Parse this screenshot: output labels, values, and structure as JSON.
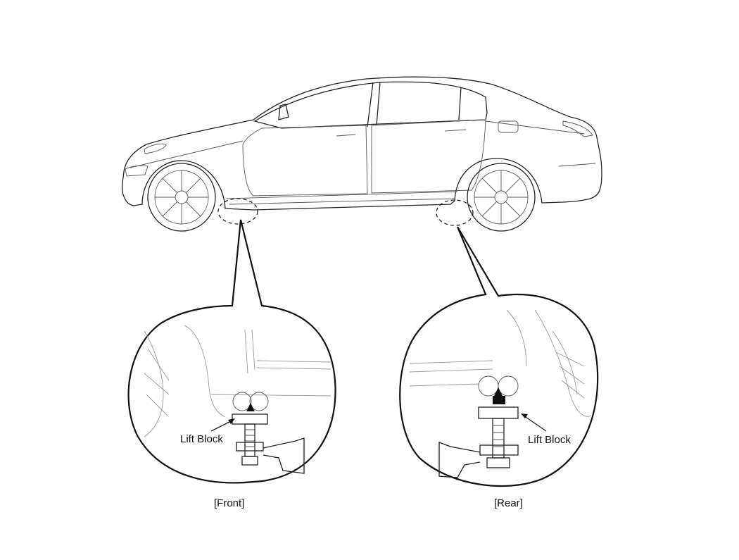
{
  "labels": {
    "front_lift_block": "Lift Block",
    "rear_lift_block": "Lift Block",
    "front_caption": "[Front]",
    "rear_caption": "[Rear]"
  },
  "colors": {
    "line": "#222222",
    "background": "#ffffff"
  }
}
